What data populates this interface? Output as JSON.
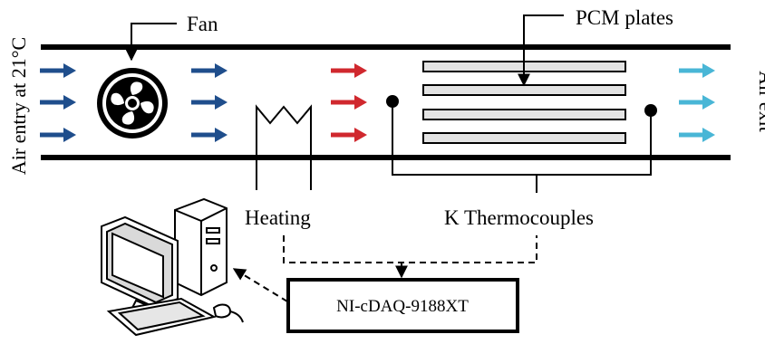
{
  "labels": {
    "air_entry": "Air entry at 21°C",
    "fan": "Fan",
    "pcm_plates": "PCM plates",
    "air_exit": "Air exit",
    "heating": "Heating",
    "thermocouples": "K Thermocouples",
    "daq": "NI-cDAQ-9188XT"
  },
  "colors": {
    "inlet_arrow": "#1f4e8c",
    "heated_arrow": "#d0282e",
    "exit_arrow": "#49b6d6",
    "plate_fill": "#e3e3e3",
    "line": "#000000"
  },
  "icons": {
    "fan": "fan-icon",
    "computer": "desktop-computer-icon"
  }
}
